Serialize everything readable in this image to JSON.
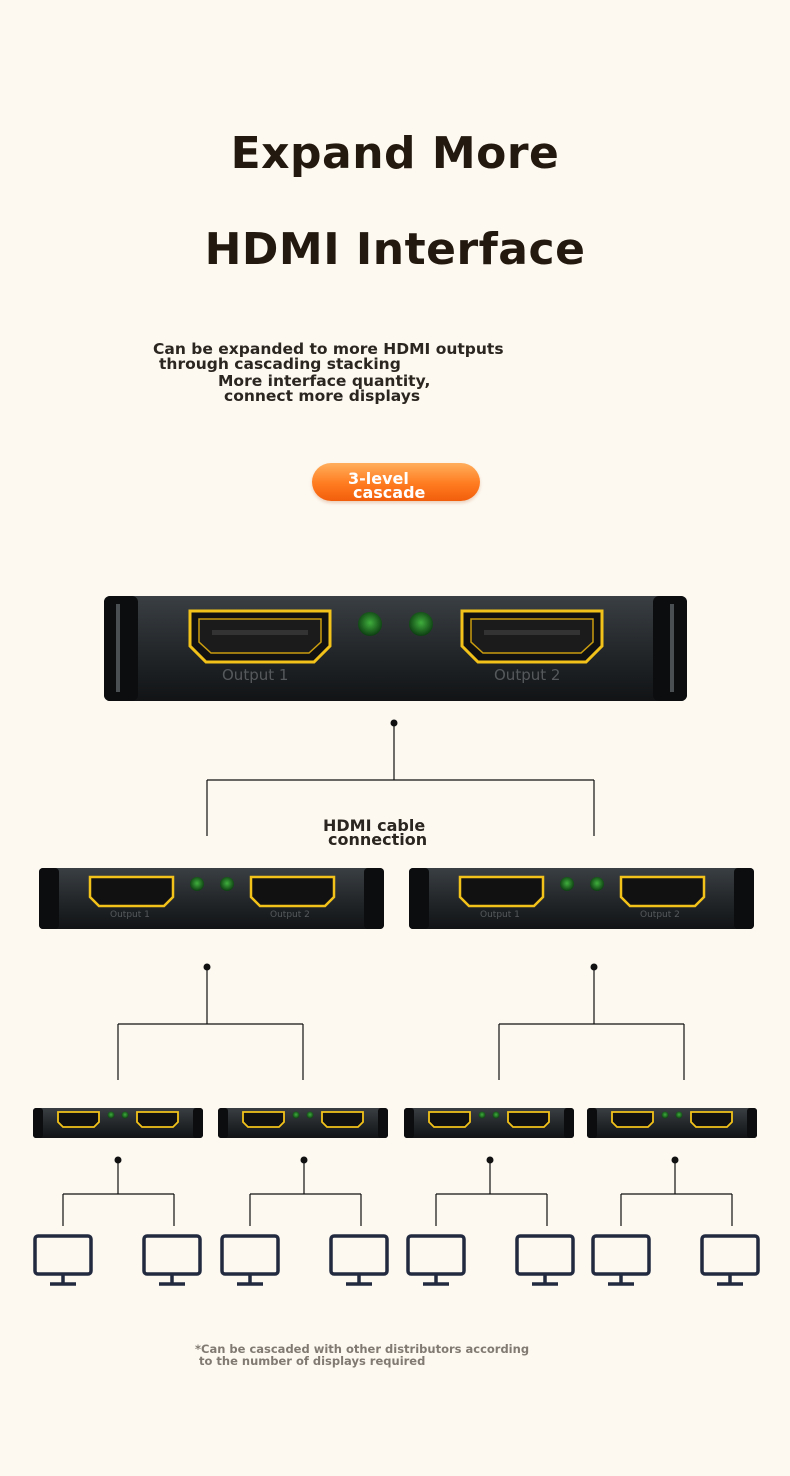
{
  "header": {
    "title_line1": "Expand More",
    "title_line2": "HDMI Interface"
  },
  "description": {
    "line1": "Can be expanded to more HDMI outputs",
    "line2": "through cascading stacking",
    "line3": "More interface quantity,",
    "line4": "connect more displays"
  },
  "badge": {
    "line1": "3-level",
    "line2": "cascade"
  },
  "diagram": {
    "cable_label_line1": "HDMI cable",
    "cable_label_line2": "connection",
    "port_label_1": "Output  1",
    "port_label_2": "Output  2",
    "level1_devices": 1,
    "level2_devices": 2,
    "level3_devices": 4,
    "displays": 8
  },
  "footnote": {
    "line1": "*Can be cascaded with other distributors according",
    "line2": "to the number of displays required"
  },
  "colors": {
    "background": "#fdf9f1",
    "title_text": "#23190f",
    "device_body": "#1f2326",
    "hdmi_port_outline": "#f2c21a",
    "led_green": "#1e7a24",
    "badge_orange": "#ff7b1f"
  }
}
